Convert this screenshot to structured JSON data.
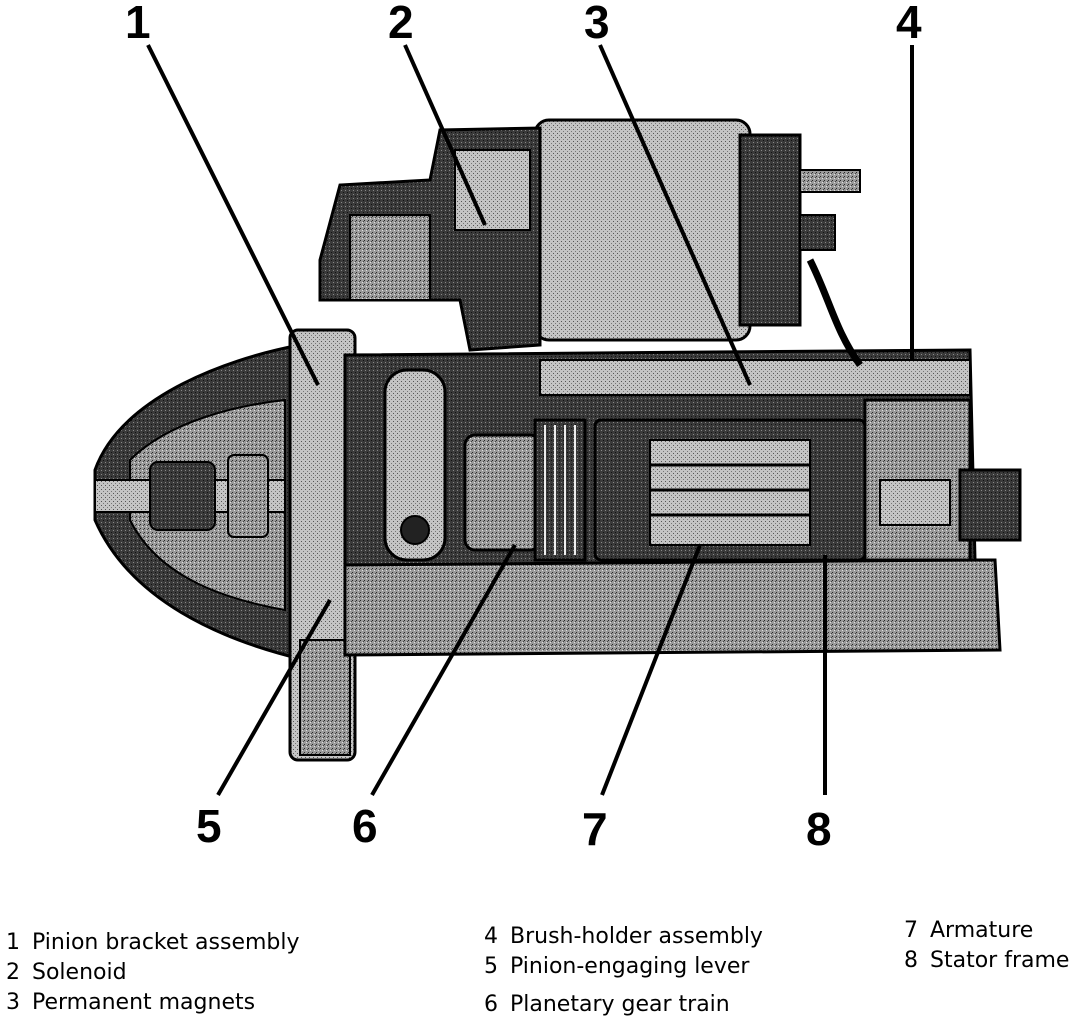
{
  "callouts": [
    "1",
    "2",
    "3",
    "4",
    "5",
    "6",
    "7",
    "8"
  ],
  "legend": [
    {
      "num": "1",
      "label": "Pinion bracket assembly"
    },
    {
      "num": "2",
      "label": "Solenoid"
    },
    {
      "num": "3",
      "label": "Permanent magnets"
    },
    {
      "num": "4",
      "label": "Brush-holder assembly"
    },
    {
      "num": "5",
      "label": "Pinion-engaging lever"
    },
    {
      "num": "6",
      "label": "Planetary gear train"
    },
    {
      "num": "7",
      "label": "Armature"
    },
    {
      "num": "8",
      "label": "Stator frame"
    }
  ]
}
